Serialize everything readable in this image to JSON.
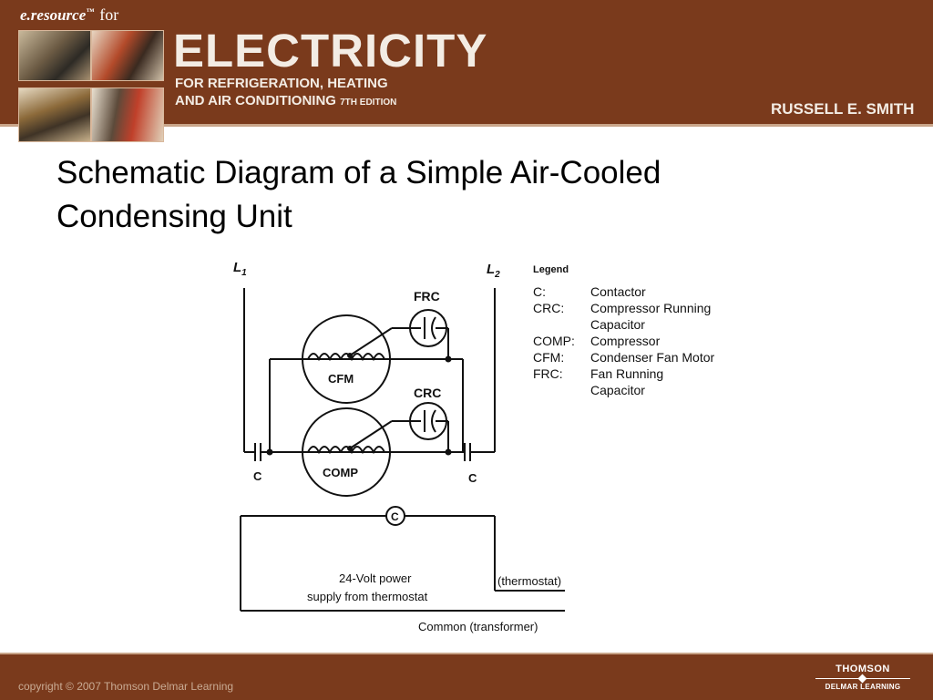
{
  "header": {
    "brand": "e.resource",
    "brand_tm": "™",
    "brand_for": "for",
    "title": "ELECTRICITY",
    "subtitle_line1": "FOR REFRIGERATION, HEATING",
    "subtitle_line2": "AND AIR CONDITIONING",
    "edition": "7TH EDITION",
    "author": "RUSSELL E. SMITH"
  },
  "slide": {
    "title_line1": "Schematic Diagram of a Simple Air-Cooled",
    "title_line2": "Condensing Unit"
  },
  "diagram": {
    "line1": "L",
    "line1_sub": "1",
    "line2": "L",
    "line2_sub": "2",
    "frc": "FRC",
    "cfm": "CFM",
    "crc": "CRC",
    "comp": "COMP",
    "contactor_left": "C",
    "contactor_right": "C",
    "contactor_coil": "C",
    "power_line1": "24-Volt power",
    "power_line2": "supply from thermostat",
    "thermostat": "(thermostat)",
    "common": "Common (transformer)"
  },
  "legend": {
    "title": "Legend",
    "items": [
      {
        "abbr": "C:",
        "desc": "Contactor"
      },
      {
        "abbr": "CRC:",
        "desc": "Compressor Running"
      },
      {
        "abbr": "",
        "desc": "Capacitor"
      },
      {
        "abbr": "COMP:",
        "desc": "Compressor"
      },
      {
        "abbr": "CFM:",
        "desc": "Condenser Fan Motor"
      },
      {
        "abbr": "FRC:",
        "desc": "Fan Running"
      },
      {
        "abbr": "",
        "desc": "Capacitor"
      }
    ]
  },
  "footer": {
    "copyright": "copyright © 2007 Thomson Delmar Learning",
    "logo_top": "THOMSON",
    "logo_bottom": "DELMAR LEARNING"
  }
}
